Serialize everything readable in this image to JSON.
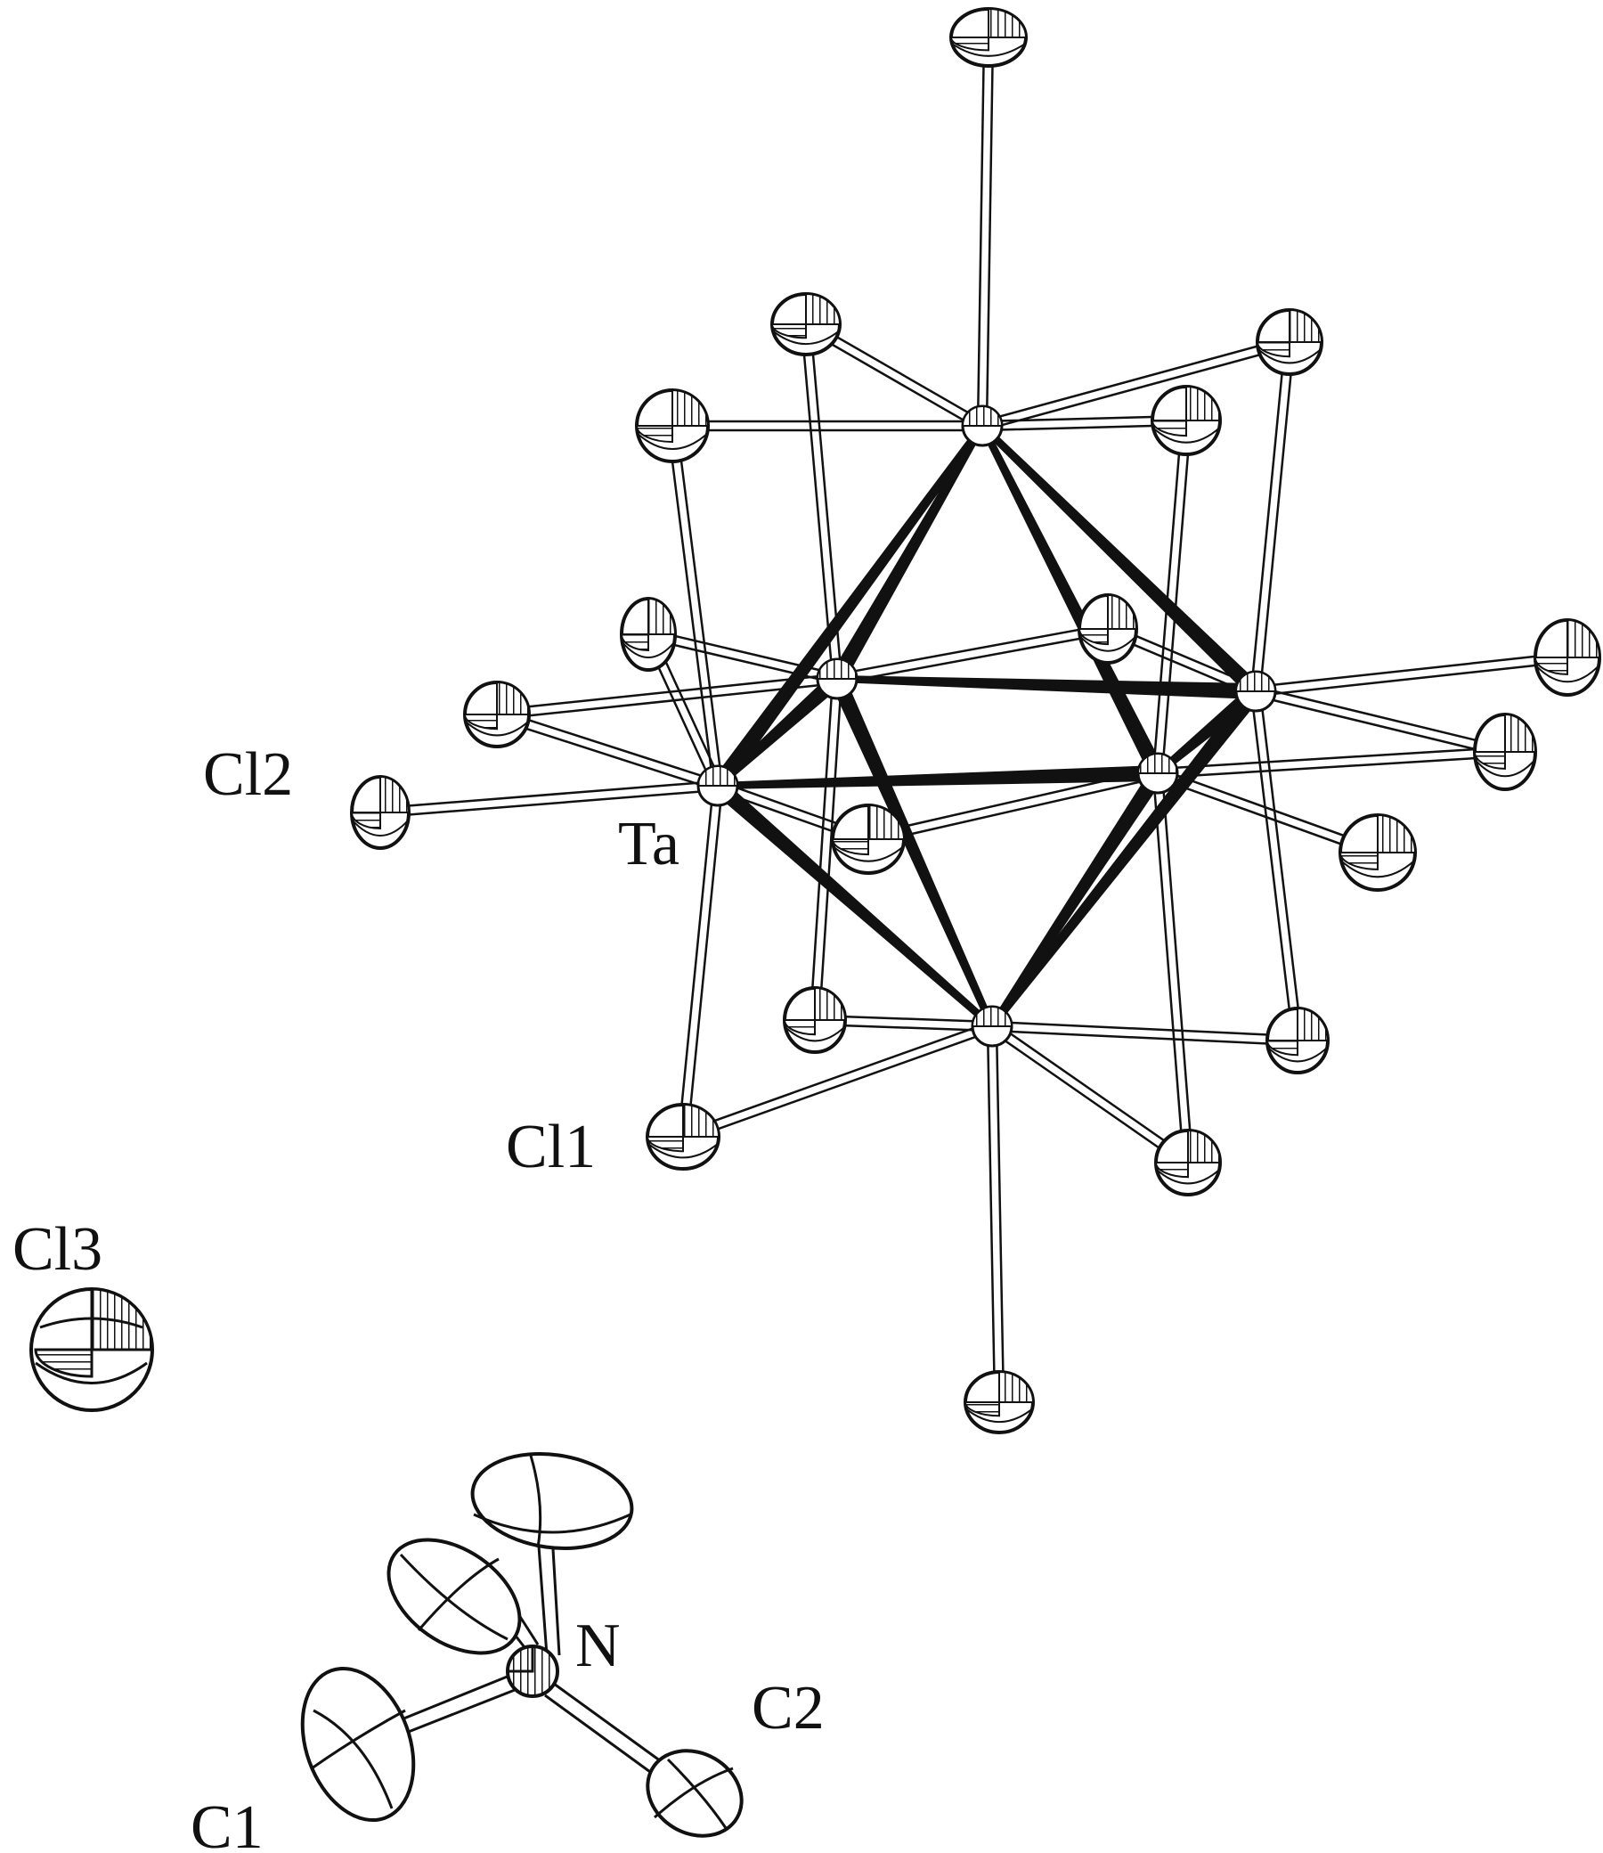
{
  "labels": {
    "ta": "Ta",
    "cl1": "Cl1",
    "cl2": "Cl2",
    "cl3": "Cl3",
    "n": "N",
    "c1": "C1",
    "c2": "C2"
  },
  "colors": {
    "ink": "#111111",
    "background": "#ffffff"
  }
}
